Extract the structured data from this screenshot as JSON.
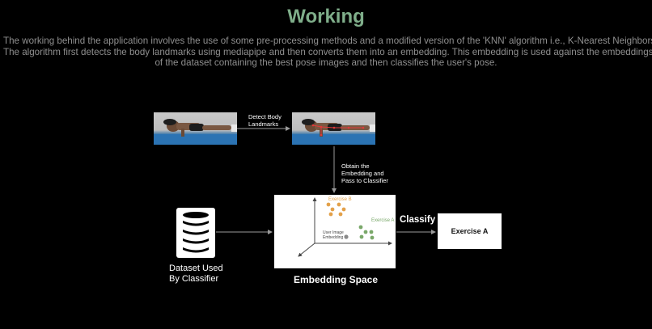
{
  "header": {
    "title": "Working",
    "description_lines": [
      "The working behind the application involves the use of some pre-processing methods and a modified version of the 'KNN' algorithm i.e., K-Nearest Neighbors.",
      "The algorithm first detects the body landmarks using mediapipe and then converts them into an embedding. This embedding is used against the embeddings",
      "of the dataset containing the best pose images and then classifies the user's pose."
    ]
  },
  "diagram": {
    "step1_label_line1": "Detect Body",
    "step1_label_line2": "Landmarks",
    "step2_label_line1": "Obtain the",
    "step2_label_line2": "Embedding and",
    "step2_label_line3": "Pass to Classifier",
    "dataset_label_line1": "Dataset Used",
    "dataset_label_line2": "By Classifier",
    "embedding_space_label": "Embedding Space",
    "classify_label": "Classify",
    "result_label": "Exercise A",
    "cluster_b_label": "Exercise B",
    "cluster_a_label": "Exercise A",
    "user_embedding_line1": "User Image",
    "user_embedding_line2": "Embedding",
    "icons": [
      "person-pushup-photo",
      "person-pushup-landmarks-photo",
      "database-icon",
      "3d-axes-icon"
    ],
    "colors": {
      "title": "#7fae8a",
      "cluster_b": "#e3a14a",
      "cluster_a": "#7aa86a",
      "user_point": "#8a8a8a",
      "landmark": "#e03a3a"
    }
  }
}
